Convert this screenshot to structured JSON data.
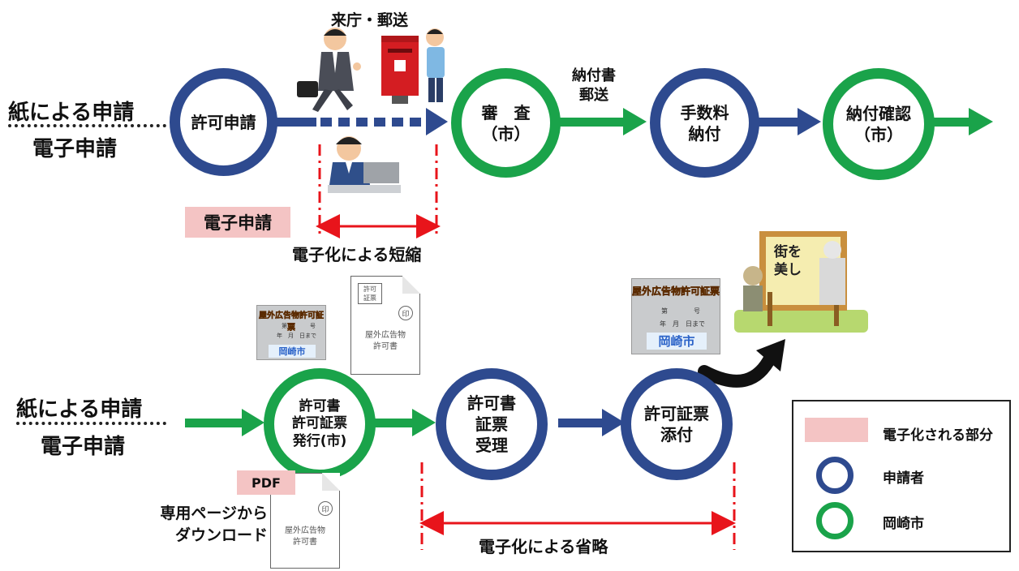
{
  "top_flow": {
    "side_label_paper": "紙による申請",
    "side_label_electronic": "電子申請",
    "step_apply": "許可申請",
    "visit_mail": "来庁・郵送",
    "step_review": "審　査\n（市）",
    "payment_slip": "納付書\n郵送",
    "step_fee": "手数料\n納付",
    "step_confirm": "納付確認\n（市）",
    "electronic_tag": "電子申請",
    "shortening": "電子化による短縮"
  },
  "bottom_flow": {
    "side_label_paper": "紙による申請",
    "side_label_electronic": "電子申請",
    "step_issue": "許可書\n許可証票\n発行(市)",
    "step_receive": "許可書\n証票\n受理",
    "step_attach": "許可証票\n添付",
    "pdf_tag": "PDF",
    "download": "専用ページから\nダウンロード",
    "omission": "電子化による省略"
  },
  "documents": {
    "permit_doc_title": "屋外広告物\n許可書",
    "permit_doc_box": "許可\n証票",
    "stamp": "印",
    "cert_title": "屋外広告物許可証票",
    "cert_no": "第　　　　号",
    "cert_date": "年　月　日まで",
    "cert_city": "岡崎市",
    "sign_text": "街を\n美し"
  },
  "legend": {
    "electronic": "電子化される部分",
    "applicant": "申請者",
    "city": "岡崎市"
  },
  "colors": {
    "applicant_blue": "#2e4a8f",
    "city_green": "#1aa34a",
    "electronic_pink": "#f4c4c4",
    "red": "#e8141b"
  }
}
